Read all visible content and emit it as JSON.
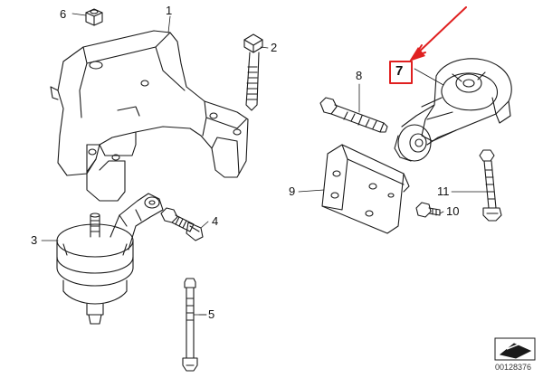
{
  "callouts": [
    {
      "id": "1",
      "text": "1"
    },
    {
      "id": "2",
      "text": "2"
    },
    {
      "id": "3",
      "text": "3"
    },
    {
      "id": "4",
      "text": "4"
    },
    {
      "id": "5",
      "text": "5"
    },
    {
      "id": "6",
      "text": "6"
    },
    {
      "id": "7",
      "text": "7"
    },
    {
      "id": "8",
      "text": "8"
    },
    {
      "id": "9",
      "text": "9"
    },
    {
      "id": "10",
      "text": "10"
    },
    {
      "id": "11",
      "text": "11"
    }
  ],
  "diagram_id": "00128376",
  "colors": {
    "line": "#1a1a1a",
    "highlight": "#e02020",
    "arrow": "#e02020"
  }
}
